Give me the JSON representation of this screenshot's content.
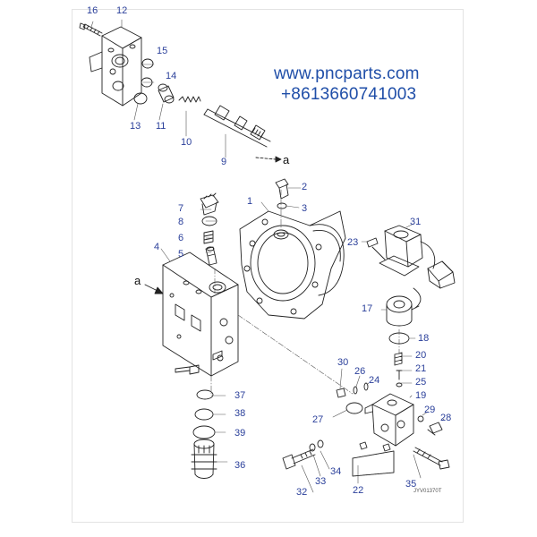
{
  "watermark": {
    "website": "www.pncparts.com",
    "phone": "+8613660741003"
  },
  "arrow_label": "a",
  "drawing_code": "JYV01370T",
  "callouts": [
    "1",
    "2",
    "3",
    "4",
    "5",
    "6",
    "7",
    "8",
    "9",
    "10",
    "11",
    "12",
    "13",
    "14",
    "15",
    "16",
    "17",
    "18",
    "19",
    "20",
    "21",
    "22",
    "23",
    "24",
    "25",
    "26",
    "27",
    "28",
    "29",
    "30",
    "31",
    "32",
    "33",
    "34",
    "35",
    "36",
    "37",
    "38",
    "39"
  ],
  "colors": {
    "callout": "#2a3f9a",
    "line": "#222222",
    "watermark": "#1f4ea8"
  }
}
